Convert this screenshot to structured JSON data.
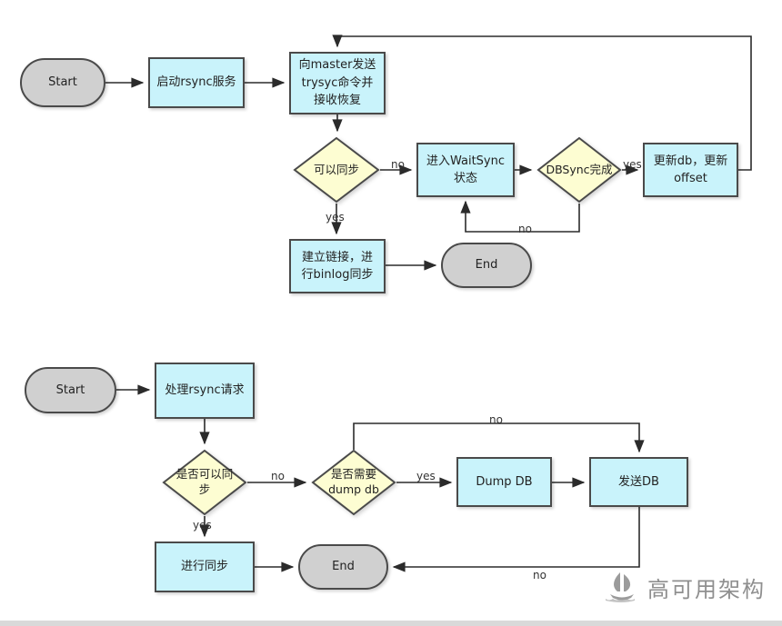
{
  "colors": {
    "process_fill": "#c9f3fb",
    "decision_fill": "#fdfdd2",
    "terminal_fill": "#d0d0d0",
    "shape_border": "#4a4a4a",
    "connector": "#2b2b2b",
    "watermark": "#8f8f8f"
  },
  "flow1": {
    "start": "Start",
    "end": "End",
    "boxes": {
      "start_rsync": "启动rsync服务",
      "send_master": "向master发送\ntrysyc命令并\n接收恢复",
      "wait_sync": "进入WaitSync\n状态",
      "update_db": "更新db，更新\noffset",
      "binlog_sync": "建立链接，进\n行binlog同步"
    },
    "decisions": {
      "can_sync": "可以同步",
      "dbsync_done": "DBSync完成"
    },
    "edge_labels": {
      "can_sync_no": "no",
      "can_sync_yes": "yes",
      "dbsync_yes": "yes",
      "dbsync_no": "no"
    }
  },
  "flow2": {
    "start": "Start",
    "end": "End",
    "boxes": {
      "handle_rsync": "处理rsync请求",
      "dump_db": "Dump DB",
      "send_db": "发送DB",
      "do_sync": "进行同步"
    },
    "decisions": {
      "can_sync": "是否可以同\n步",
      "need_dump": "是否需要\ndump db"
    },
    "edge_labels": {
      "can_sync_no": "no",
      "can_sync_yes": "yes",
      "need_dump_yes": "yes",
      "need_dump_no": "no",
      "send_db_end_no": "no"
    }
  },
  "watermark": {
    "brand": "高可用架构"
  }
}
